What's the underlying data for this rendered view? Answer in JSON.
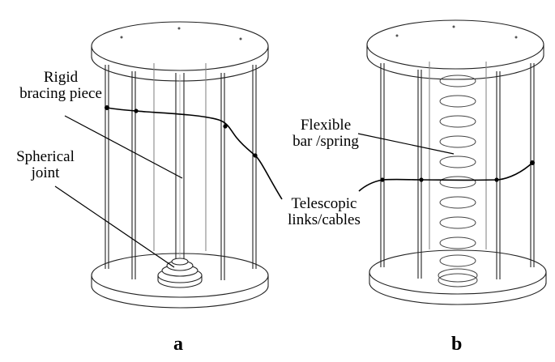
{
  "labels": {
    "rigid_line1": "Rigid",
    "rigid_line2": "bracing piece",
    "spherical_line1": "Spherical",
    "spherical_line2": "joint",
    "flexible_line1": "Flexible",
    "flexible_line2": "bar /spring",
    "telescopic_line1": "Telescopic",
    "telescopic_line2": "links/cables"
  },
  "captions": {
    "a": "a",
    "b": "b"
  }
}
